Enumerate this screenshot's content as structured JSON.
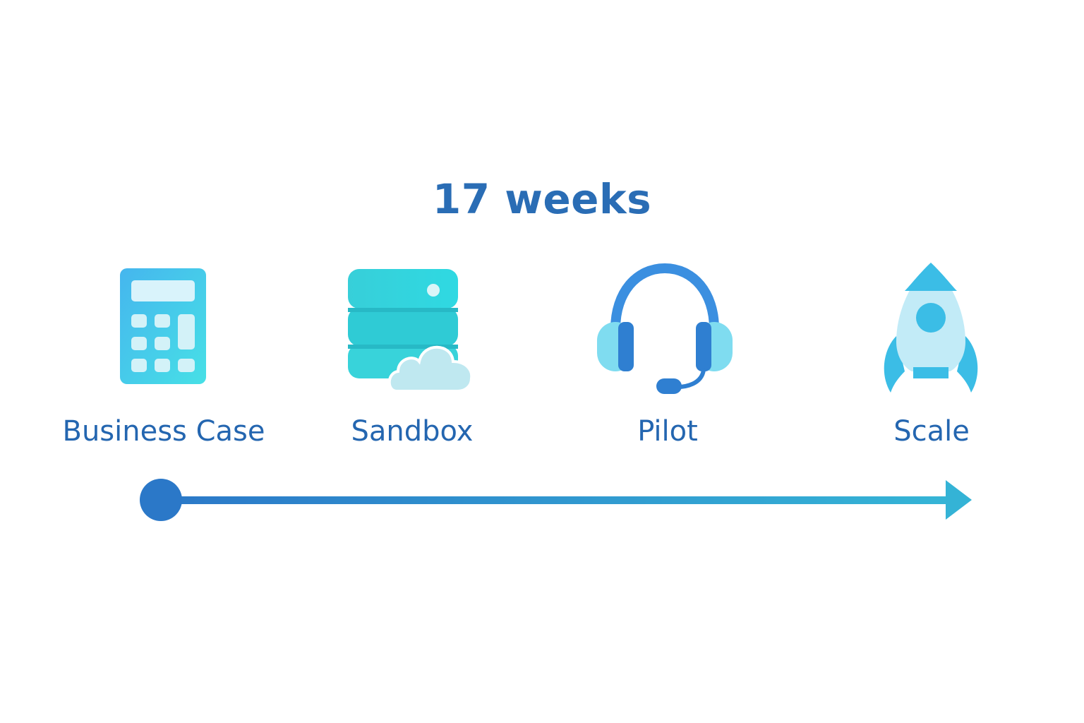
{
  "title": "17 weeks",
  "stages": [
    {
      "label": "Business Case",
      "icon": "calculator-icon"
    },
    {
      "label": "Sandbox",
      "icon": "server-cloud-icon"
    },
    {
      "label": "Pilot",
      "icon": "headset-icon"
    },
    {
      "label": "Scale",
      "icon": "rocket-icon"
    }
  ],
  "colors": {
    "text": "#2466b0",
    "timeline_start": "#2b78c8",
    "timeline_end": "#35b5d6",
    "icon_cyan": "#36c8e0",
    "icon_light": "#bfeaf4"
  }
}
